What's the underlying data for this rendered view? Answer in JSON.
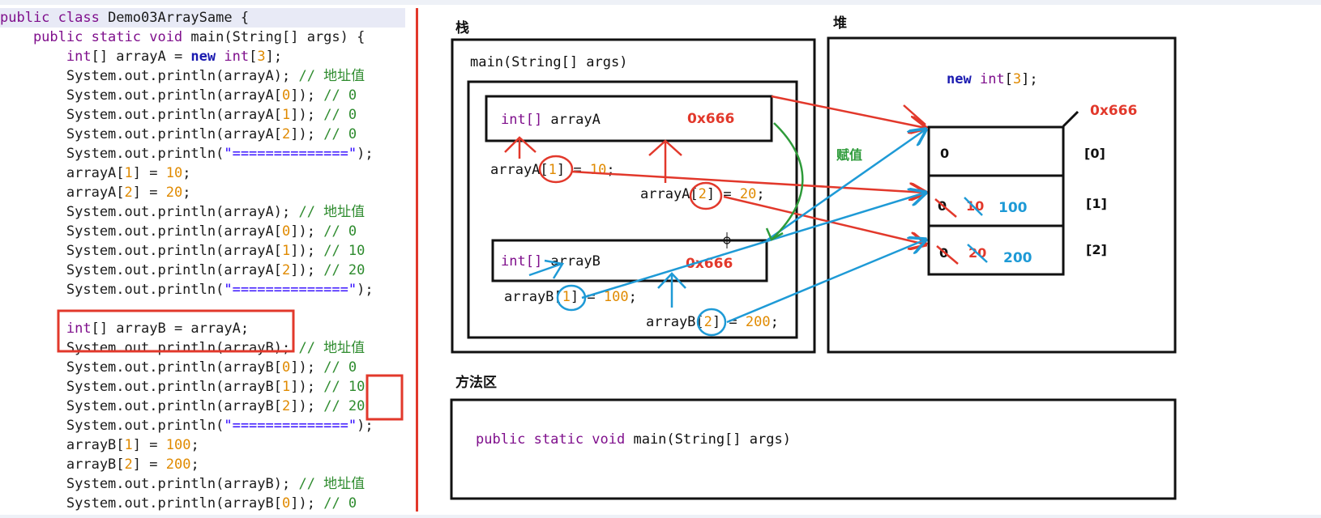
{
  "code": {
    "lines": [
      [
        {
          "t": "public class ",
          "c": "kw"
        },
        {
          "t": "Demo03ArraySame {",
          "c": ""
        }
      ],
      [
        {
          "t": "    public static void ",
          "c": "kw"
        },
        {
          "t": "main(String[] args) {",
          "c": ""
        }
      ],
      [
        {
          "t": "        int",
          "c": "kw"
        },
        {
          "t": "[] arrayA = ",
          "c": ""
        },
        {
          "t": "new ",
          "c": "kwb"
        },
        {
          "t": "int",
          "c": "kw"
        },
        {
          "t": "[",
          "c": ""
        },
        {
          "t": "3",
          "c": "num"
        },
        {
          "t": "];",
          "c": ""
        }
      ],
      [
        {
          "t": "        System.out.println(arrayA); ",
          "c": ""
        },
        {
          "t": "// 地址值",
          "c": "cm"
        }
      ],
      [
        {
          "t": "        System.out.println(arrayA[",
          "c": ""
        },
        {
          "t": "0",
          "c": "num"
        },
        {
          "t": "]); ",
          "c": ""
        },
        {
          "t": "// 0",
          "c": "cm"
        }
      ],
      [
        {
          "t": "        System.out.println(arrayA[",
          "c": ""
        },
        {
          "t": "1",
          "c": "num"
        },
        {
          "t": "]); ",
          "c": ""
        },
        {
          "t": "// 0",
          "c": "cm"
        }
      ],
      [
        {
          "t": "        System.out.println(arrayA[",
          "c": ""
        },
        {
          "t": "2",
          "c": "num"
        },
        {
          "t": "]); ",
          "c": ""
        },
        {
          "t": "// 0",
          "c": "cm"
        }
      ],
      [
        {
          "t": "        System.out.println(",
          "c": ""
        },
        {
          "t": "\"==============\"",
          "c": "str"
        },
        {
          "t": ");",
          "c": ""
        }
      ],
      [
        {
          "t": "        arrayA[",
          "c": ""
        },
        {
          "t": "1",
          "c": "num"
        },
        {
          "t": "] = ",
          "c": ""
        },
        {
          "t": "10",
          "c": "num"
        },
        {
          "t": ";",
          "c": ""
        }
      ],
      [
        {
          "t": "        arrayA[",
          "c": ""
        },
        {
          "t": "2",
          "c": "num"
        },
        {
          "t": "] = ",
          "c": ""
        },
        {
          "t": "20",
          "c": "num"
        },
        {
          "t": ";",
          "c": ""
        }
      ],
      [
        {
          "t": "        System.out.println(arrayA); ",
          "c": ""
        },
        {
          "t": "// 地址值",
          "c": "cm"
        }
      ],
      [
        {
          "t": "        System.out.println(arrayA[",
          "c": ""
        },
        {
          "t": "0",
          "c": "num"
        },
        {
          "t": "]); ",
          "c": ""
        },
        {
          "t": "// 0",
          "c": "cm"
        }
      ],
      [
        {
          "t": "        System.out.println(arrayA[",
          "c": ""
        },
        {
          "t": "1",
          "c": "num"
        },
        {
          "t": "]); ",
          "c": ""
        },
        {
          "t": "// 10",
          "c": "cm"
        }
      ],
      [
        {
          "t": "        System.out.println(arrayA[",
          "c": ""
        },
        {
          "t": "2",
          "c": "num"
        },
        {
          "t": "]); ",
          "c": ""
        },
        {
          "t": "// 20",
          "c": "cm"
        }
      ],
      [
        {
          "t": "        System.out.println(",
          "c": ""
        },
        {
          "t": "\"==============\"",
          "c": "str"
        },
        {
          "t": ");",
          "c": ""
        }
      ],
      [],
      [
        {
          "t": "        int",
          "c": "kw"
        },
        {
          "t": "[] arrayB = arrayA;",
          "c": ""
        }
      ],
      [
        {
          "t": "        System.out.println(arrayB); ",
          "c": ""
        },
        {
          "t": "// 地址值",
          "c": "cm"
        }
      ],
      [
        {
          "t": "        System.out.println(arrayB[",
          "c": ""
        },
        {
          "t": "0",
          "c": "num"
        },
        {
          "t": "]); ",
          "c": ""
        },
        {
          "t": "// 0",
          "c": "cm"
        }
      ],
      [
        {
          "t": "        System.out.println(arrayB[",
          "c": ""
        },
        {
          "t": "1",
          "c": "num"
        },
        {
          "t": "]); ",
          "c": ""
        },
        {
          "t": "// 10",
          "c": "cm"
        }
      ],
      [
        {
          "t": "        System.out.println(arrayB[",
          "c": ""
        },
        {
          "t": "2",
          "c": "num"
        },
        {
          "t": "]); ",
          "c": ""
        },
        {
          "t": "// 20",
          "c": "cm"
        }
      ],
      [
        {
          "t": "        System.out.println(",
          "c": ""
        },
        {
          "t": "\"==============\"",
          "c": "str"
        },
        {
          "t": ");",
          "c": ""
        }
      ],
      [
        {
          "t": "        arrayB[",
          "c": ""
        },
        {
          "t": "1",
          "c": "num"
        },
        {
          "t": "] = ",
          "c": ""
        },
        {
          "t": "100",
          "c": "num"
        },
        {
          "t": ";",
          "c": ""
        }
      ],
      [
        {
          "t": "        arrayB[",
          "c": ""
        },
        {
          "t": "2",
          "c": "num"
        },
        {
          "t": "] = ",
          "c": ""
        },
        {
          "t": "200",
          "c": "num"
        },
        {
          "t": ";",
          "c": ""
        }
      ],
      [
        {
          "t": "        System.out.println(arrayB); ",
          "c": ""
        },
        {
          "t": "// 地址值",
          "c": "cm"
        }
      ],
      [
        {
          "t": "        System.out.println(arrayB[",
          "c": ""
        },
        {
          "t": "0",
          "c": "num"
        },
        {
          "t": "]); ",
          "c": ""
        },
        {
          "t": "// 0",
          "c": "cm"
        }
      ]
    ]
  },
  "diagram": {
    "stack_label": "栈",
    "heap_label": "堆",
    "method_area_label": "方法区",
    "main_frame_label": "main(String[] args)",
    "varA": {
      "type": "int[]",
      "name": " arrayA",
      "address": "0x666"
    },
    "varB": {
      "type": "int[]",
      "name": " arrayB",
      "address": "0x666"
    },
    "assign_a1": {
      "pre": "arrayA[",
      "idx": "1",
      "post": "] = ",
      "val": "10",
      "end": ";"
    },
    "assign_a2": {
      "pre": "arrayA[",
      "idx": "2",
      "post": "] = ",
      "val": "20",
      "end": ";"
    },
    "assign_b1": {
      "pre": "arrayB[",
      "idx": "1",
      "post": "] = ",
      "val": "100",
      "end": ";"
    },
    "assign_b2": {
      "pre": "arrayB[",
      "idx": "2",
      "post": "] = ",
      "val": "200",
      "end": ";"
    },
    "assign_label": "赋值",
    "heap_new": {
      "kw": "new ",
      "type": "int",
      "open": "[",
      "num": "3",
      "close": "];"
    },
    "heap_address": "0x666",
    "cells": [
      {
        "index": "[0]",
        "values": [
          "0"
        ]
      },
      {
        "index": "[1]",
        "values": [
          "0",
          "10",
          "100"
        ]
      },
      {
        "index": "[2]",
        "values": [
          "0",
          "20",
          "200"
        ]
      }
    ],
    "method_signature": {
      "kw": "public static void ",
      "rest": "main(String[] args)"
    }
  },
  "colors": {
    "red": "#e2382b",
    "blue": "#1e9ad6",
    "green": "#2e9b3a",
    "keyword": "#7f0f8c",
    "number": "#e08a00",
    "comment": "#2e8b2e"
  }
}
